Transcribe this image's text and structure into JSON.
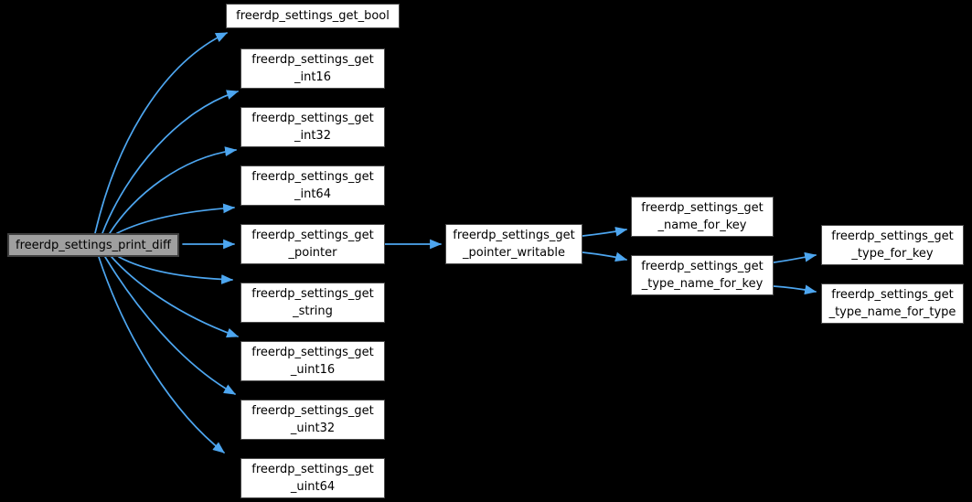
{
  "colors": {
    "background": "#000000",
    "node_fill": "#ffffff",
    "node_border": "#4a4a4a",
    "node_text": "#000000",
    "root_fill": "#9f9f9f",
    "root_border": "#404040",
    "edge": "#4da6f0"
  },
  "nodes": [
    {
      "id": "print_diff",
      "label": "freerdp_settings_print_diff"
    },
    {
      "id": "get_bool",
      "label": "freerdp_settings_get_bool"
    },
    {
      "id": "get_int16",
      "label": "freerdp_settings_get\n_int16"
    },
    {
      "id": "get_int32",
      "label": "freerdp_settings_get\n_int32"
    },
    {
      "id": "get_int64",
      "label": "freerdp_settings_get\n_int64"
    },
    {
      "id": "get_pointer",
      "label": "freerdp_settings_get\n_pointer"
    },
    {
      "id": "get_string",
      "label": "freerdp_settings_get\n_string"
    },
    {
      "id": "get_uint16",
      "label": "freerdp_settings_get\n_uint16"
    },
    {
      "id": "get_uint32",
      "label": "freerdp_settings_get\n_uint32"
    },
    {
      "id": "get_uint64",
      "label": "freerdp_settings_get\n_uint64"
    },
    {
      "id": "get_pointer_writable",
      "label": "freerdp_settings_get\n_pointer_writable"
    },
    {
      "id": "get_name_for_key",
      "label": "freerdp_settings_get\n_name_for_key"
    },
    {
      "id": "get_type_name_for_key",
      "label": "freerdp_settings_get\n_type_name_for_key"
    },
    {
      "id": "get_type_for_key",
      "label": "freerdp_settings_get\n_type_for_key"
    },
    {
      "id": "get_type_name_for_type",
      "label": "freerdp_settings_get\n_type_name_for_type"
    }
  ],
  "edges": [
    {
      "from": "freerdp_settings_print_diff",
      "to": "freerdp_settings_get_bool"
    },
    {
      "from": "freerdp_settings_print_diff",
      "to": "freerdp_settings_get_int16"
    },
    {
      "from": "freerdp_settings_print_diff",
      "to": "freerdp_settings_get_int32"
    },
    {
      "from": "freerdp_settings_print_diff",
      "to": "freerdp_settings_get_int64"
    },
    {
      "from": "freerdp_settings_print_diff",
      "to": "freerdp_settings_get_pointer"
    },
    {
      "from": "freerdp_settings_print_diff",
      "to": "freerdp_settings_get_string"
    },
    {
      "from": "freerdp_settings_print_diff",
      "to": "freerdp_settings_get_uint16"
    },
    {
      "from": "freerdp_settings_print_diff",
      "to": "freerdp_settings_get_uint32"
    },
    {
      "from": "freerdp_settings_print_diff",
      "to": "freerdp_settings_get_uint64"
    },
    {
      "from": "freerdp_settings_get_pointer",
      "to": "freerdp_settings_get_pointer_writable"
    },
    {
      "from": "freerdp_settings_get_pointer_writable",
      "to": "freerdp_settings_get_name_for_key"
    },
    {
      "from": "freerdp_settings_get_pointer_writable",
      "to": "freerdp_settings_get_type_name_for_key"
    },
    {
      "from": "freerdp_settings_get_type_name_for_key",
      "to": "freerdp_settings_get_type_for_key"
    },
    {
      "from": "freerdp_settings_get_type_name_for_key",
      "to": "freerdp_settings_get_type_name_for_type"
    }
  ]
}
